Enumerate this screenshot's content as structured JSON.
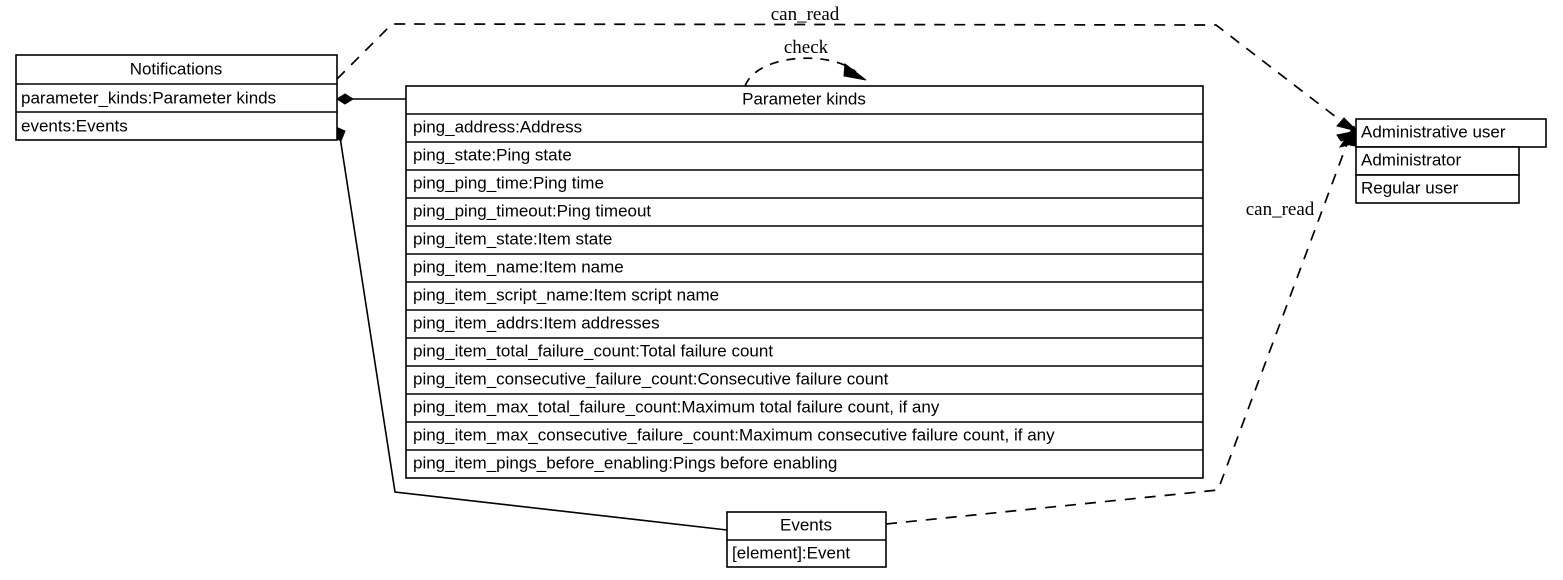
{
  "diagram": {
    "title": "UML class diagram",
    "background_color": "#ffffff",
    "line_color": "#000000"
  },
  "classes": {
    "notifications": {
      "name": "Notifications",
      "attributes": [
        "parameter_kinds:Parameter kinds",
        "events:Events"
      ]
    },
    "parameter_kinds": {
      "name": "Parameter kinds",
      "attributes": [
        "ping_address:Address",
        "ping_state:Ping state",
        "ping_ping_time:Ping time",
        "ping_ping_timeout:Ping timeout",
        "ping_item_state:Item state",
        "ping_item_name:Item name",
        "ping_item_script_name:Item script name",
        "ping_item_addrs:Item addresses",
        "ping_item_total_failure_count:Total failure count",
        "ping_item_consecutive_failure_count:Consecutive failure count",
        "ping_item_max_total_failure_count:Maximum total failure count, if any",
        "ping_item_max_consecutive_failure_count:Maximum consecutive failure count, if any",
        "ping_item_pings_before_enabling:Pings before enabling"
      ]
    },
    "administrative_user": {
      "name": "Administrative user",
      "attributes": [
        "Administrator",
        "Regular user"
      ]
    },
    "events": {
      "name": "Events",
      "attributes": [
        "[element]:Event"
      ]
    }
  },
  "edges": [
    {
      "id": "notifications-can-read-administrative-user",
      "label": "can_read",
      "style": "dashed",
      "from": "notifications",
      "to": "administrative_user"
    },
    {
      "id": "parameter-kinds-check-self",
      "label": "check",
      "style": "dashed",
      "from": "parameter_kinds",
      "to": "parameter_kinds"
    },
    {
      "id": "events-can-read-administrative-user",
      "label": "can_read",
      "style": "dashed",
      "from": "events",
      "to": "administrative_user"
    },
    {
      "id": "notifications-composition-parameter-kinds",
      "label": "",
      "style": "composition",
      "from": "notifications",
      "to": "parameter_kinds"
    },
    {
      "id": "notifications-composition-events",
      "label": "",
      "style": "composition",
      "from": "notifications",
      "to": "events"
    }
  ]
}
